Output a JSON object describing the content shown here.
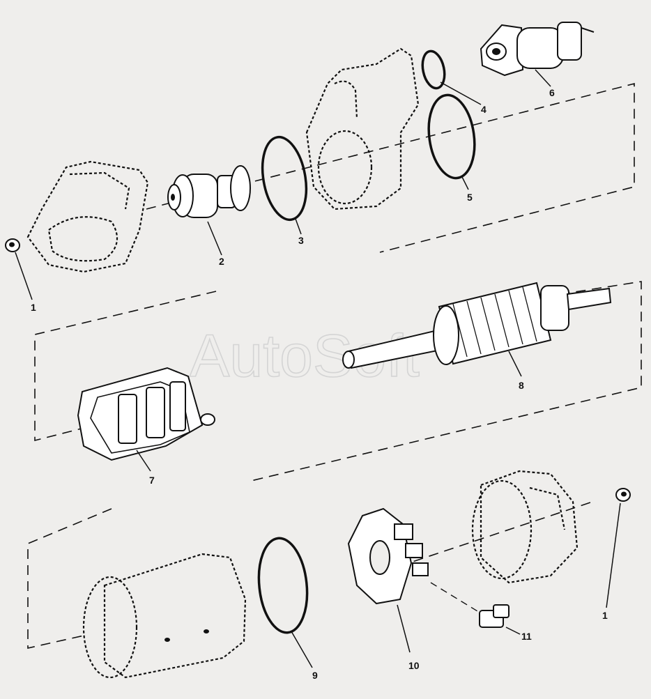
{
  "watermark": "AutoSoft",
  "callouts": {
    "c1a": "1",
    "c1b": "1",
    "c2": "2",
    "c3": "3",
    "c4": "4",
    "c5": "5",
    "c6": "6",
    "c7": "7",
    "c8": "8",
    "c9": "9",
    "c10": "10",
    "c11": "11"
  }
}
